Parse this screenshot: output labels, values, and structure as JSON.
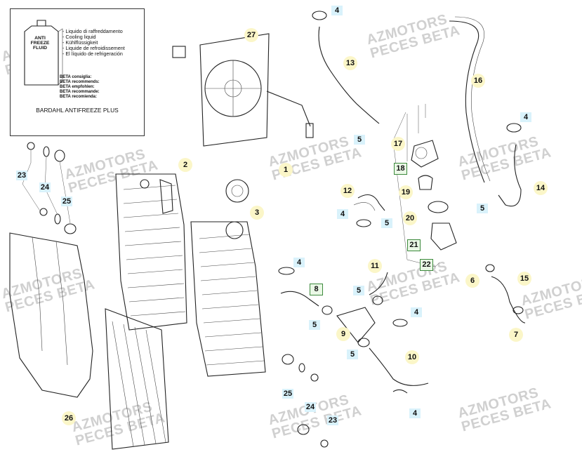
{
  "watermark": {
    "line1": "AZMOTORS",
    "line2": "PECES BETA"
  },
  "info_box": {
    "can_label": "ANTI FREEZE FLUID",
    "lines": [
      "- Liquido di raffreddamento",
      "- Cooling liquid",
      "- Kühlflüssigkeit",
      "- Liquide de refroidissement",
      "- El líquido de refrigeración"
    ],
    "recommend": [
      "BETA consiglia:",
      "BETA recommends:",
      "BETA empfohlen:",
      "BETA recommande:",
      "BETA recomienda:"
    ],
    "brand": "BARDAHL ANTIFREEZE PLUS"
  },
  "callouts": [
    {
      "id": "c4a",
      "label": "4",
      "style": "blue"
    },
    {
      "id": "c27",
      "label": "27",
      "style": "yellow"
    },
    {
      "id": "c13",
      "label": "13",
      "style": "yellow"
    },
    {
      "id": "c16",
      "label": "16",
      "style": "yellow"
    },
    {
      "id": "c5a",
      "label": "5",
      "style": "blue"
    },
    {
      "id": "c4b",
      "label": "4",
      "style": "blue"
    },
    {
      "id": "c17",
      "label": "17",
      "style": "yellow"
    },
    {
      "id": "c2",
      "label": "2",
      "style": "yellow"
    },
    {
      "id": "c18",
      "label": "18",
      "style": "green"
    },
    {
      "id": "c1",
      "label": "1",
      "style": "yellow"
    },
    {
      "id": "c23a",
      "label": "23",
      "style": "blue"
    },
    {
      "id": "c24a",
      "label": "24",
      "style": "blue"
    },
    {
      "id": "c19",
      "label": "19",
      "style": "yellow"
    },
    {
      "id": "c12",
      "label": "12",
      "style": "yellow"
    },
    {
      "id": "c14",
      "label": "14",
      "style": "yellow"
    },
    {
      "id": "c25a",
      "label": "25",
      "style": "blue"
    },
    {
      "id": "c5b",
      "label": "5",
      "style": "blue"
    },
    {
      "id": "c3",
      "label": "3",
      "style": "yellow"
    },
    {
      "id": "c4c",
      "label": "4",
      "style": "blue"
    },
    {
      "id": "c20",
      "label": "20",
      "style": "yellow"
    },
    {
      "id": "c5c",
      "label": "5",
      "style": "blue"
    },
    {
      "id": "c21",
      "label": "21",
      "style": "green"
    },
    {
      "id": "c22",
      "label": "22",
      "style": "green"
    },
    {
      "id": "c4d",
      "label": "4",
      "style": "blue"
    },
    {
      "id": "c11",
      "label": "11",
      "style": "yellow"
    },
    {
      "id": "c6",
      "label": "6",
      "style": "yellow"
    },
    {
      "id": "c15",
      "label": "15",
      "style": "yellow"
    },
    {
      "id": "c8",
      "label": "8",
      "style": "green"
    },
    {
      "id": "c5d",
      "label": "5",
      "style": "blue"
    },
    {
      "id": "c4e",
      "label": "4",
      "style": "blue"
    },
    {
      "id": "c5e",
      "label": "5",
      "style": "blue"
    },
    {
      "id": "c9",
      "label": "9",
      "style": "yellow"
    },
    {
      "id": "c7",
      "label": "7",
      "style": "yellow"
    },
    {
      "id": "c5f",
      "label": "5",
      "style": "blue"
    },
    {
      "id": "c10",
      "label": "10",
      "style": "yellow"
    },
    {
      "id": "c25b",
      "label": "25",
      "style": "blue"
    },
    {
      "id": "c4f",
      "label": "4",
      "style": "blue"
    },
    {
      "id": "c24b",
      "label": "24",
      "style": "blue"
    },
    {
      "id": "c26",
      "label": "26",
      "style": "yellow"
    },
    {
      "id": "c23b",
      "label": "23",
      "style": "blue"
    }
  ]
}
